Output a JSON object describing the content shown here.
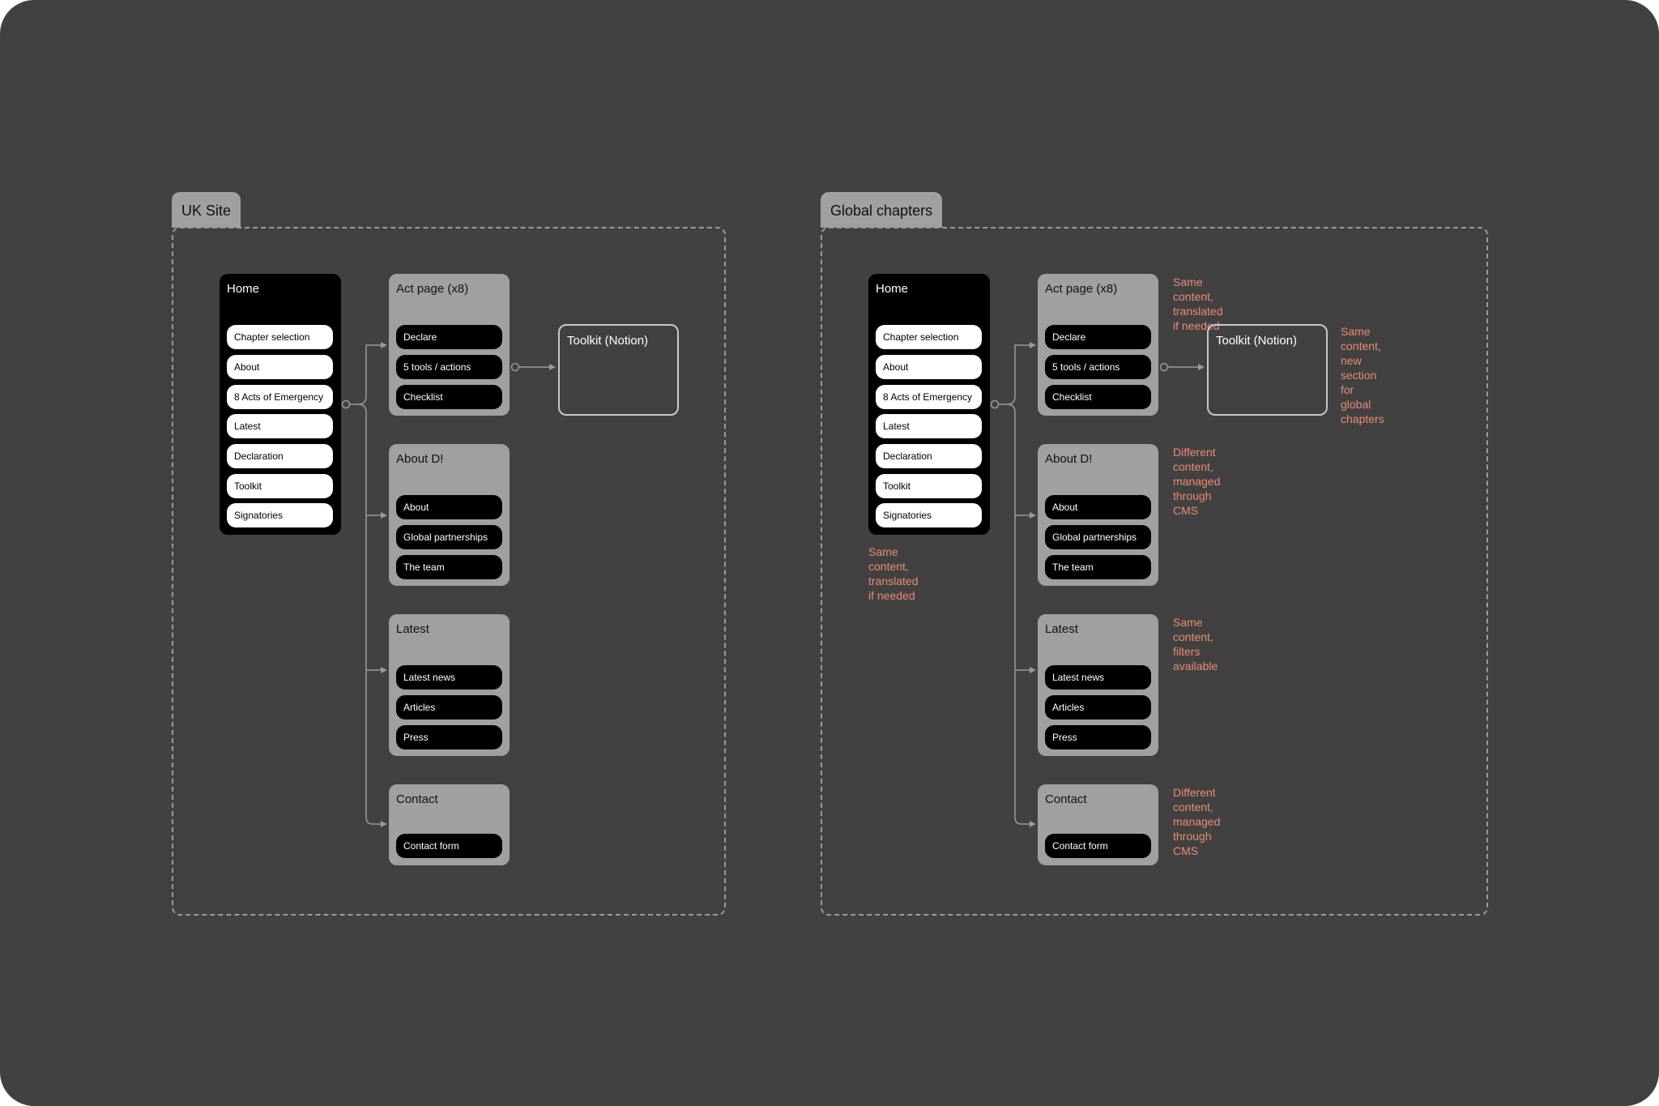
{
  "colors": {
    "background": "#414141",
    "tab": "#a0a0a0",
    "card_grey": "#a0a0a0",
    "card_black": "#000000",
    "note_text": "#f08a71",
    "connector": "#9a9a9a"
  },
  "sections": {
    "uk": {
      "tab_label": "UK Site",
      "home": {
        "title": "Home",
        "items": [
          "Chapter selection",
          "About",
          "8 Acts of Emergency",
          "Latest",
          "Declaration",
          "Toolkit",
          "Signatories"
        ]
      },
      "act": {
        "title": "Act page (x8)",
        "items": [
          "Declare",
          "5 tools / actions",
          "Checklist"
        ]
      },
      "toolkit": {
        "title": "Toolkit (Notion)"
      },
      "about": {
        "title": "About D!",
        "items": [
          "About",
          "Global partnerships",
          "The team"
        ]
      },
      "latest": {
        "title": "Latest",
        "items": [
          "Latest news",
          "Articles",
          "Press"
        ]
      },
      "contact": {
        "title": "Contact",
        "items": [
          "Contact form"
        ]
      }
    },
    "global": {
      "tab_label": "Global chapters",
      "home": {
        "title": "Home",
        "items": [
          "Chapter selection",
          "About",
          "8 Acts of Emergency",
          "Latest",
          "Declaration",
          "Toolkit",
          "Signatories"
        ]
      },
      "act": {
        "title": "Act page (x8)",
        "items": [
          "Declare",
          "5 tools / actions",
          "Checklist"
        ]
      },
      "toolkit": {
        "title": "Toolkit (Notion)"
      },
      "about": {
        "title": "About D!",
        "items": [
          "About",
          "Global partnerships",
          "The team"
        ]
      },
      "latest": {
        "title": "Latest",
        "items": [
          "Latest news",
          "Articles",
          "Press"
        ]
      },
      "contact": {
        "title": "Contact",
        "items": [
          "Contact form"
        ]
      },
      "notes": {
        "home": "Same content,\ntranslated if needed",
        "act": "Same content,\ntranslated if needed",
        "toolkit": "Same content,\nnew section for\nglobal chapters",
        "about": "Different content,\nmanaged through CMS",
        "latest": "Same content, filters\navailable",
        "contact": "Different content,\nmanaged through CMS"
      }
    }
  }
}
